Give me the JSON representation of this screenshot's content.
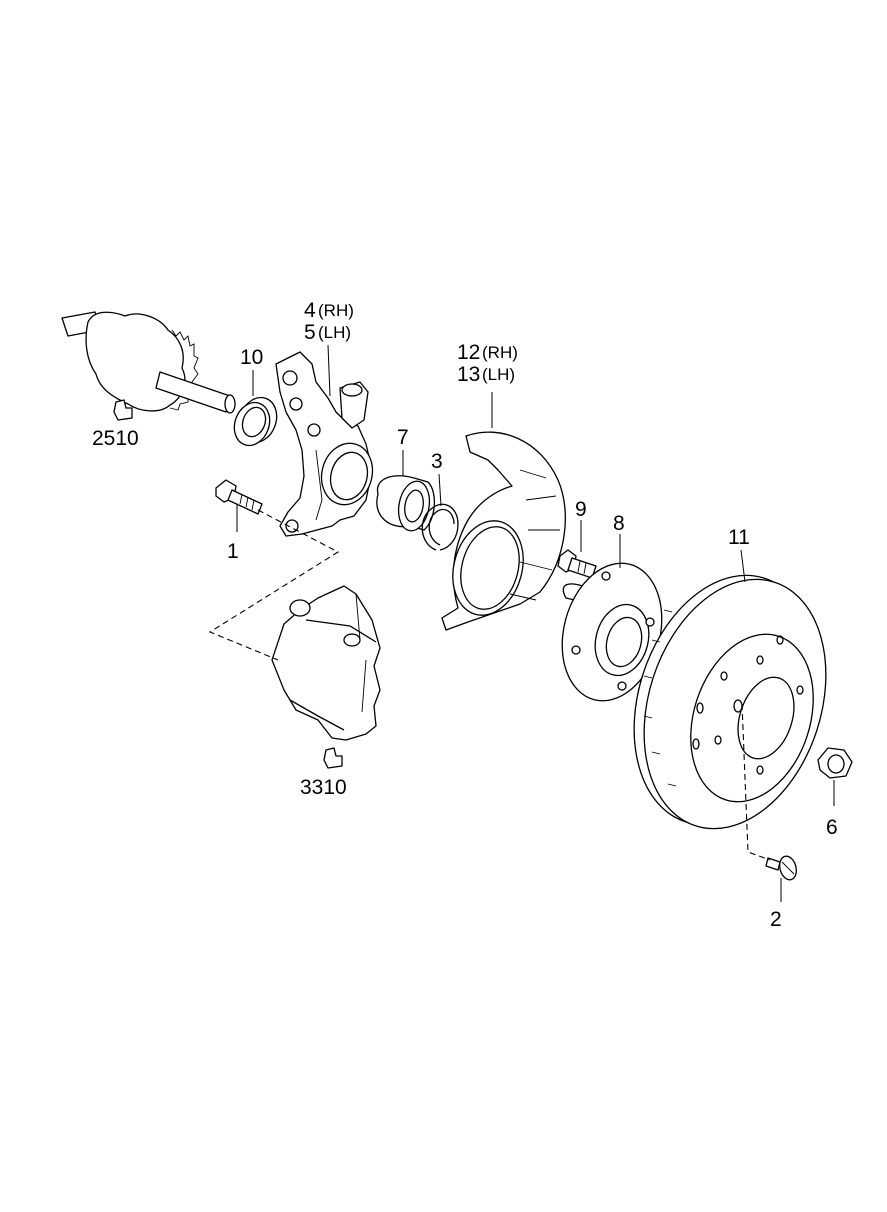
{
  "callouts": {
    "c1": "1",
    "c2": "2",
    "c3": "3",
    "c4": "4",
    "c4_side": "(RH)",
    "c5": "5",
    "c5_side": "(LH)",
    "c6": "6",
    "c7": "7",
    "c8": "8",
    "c9": "9",
    "c10": "10",
    "c11": "11",
    "c12": "12",
    "c12_side": "(RH)",
    "c13": "13",
    "c13_side": "(LH)",
    "ref_2510": "2510",
    "ref_3310": "3310"
  }
}
